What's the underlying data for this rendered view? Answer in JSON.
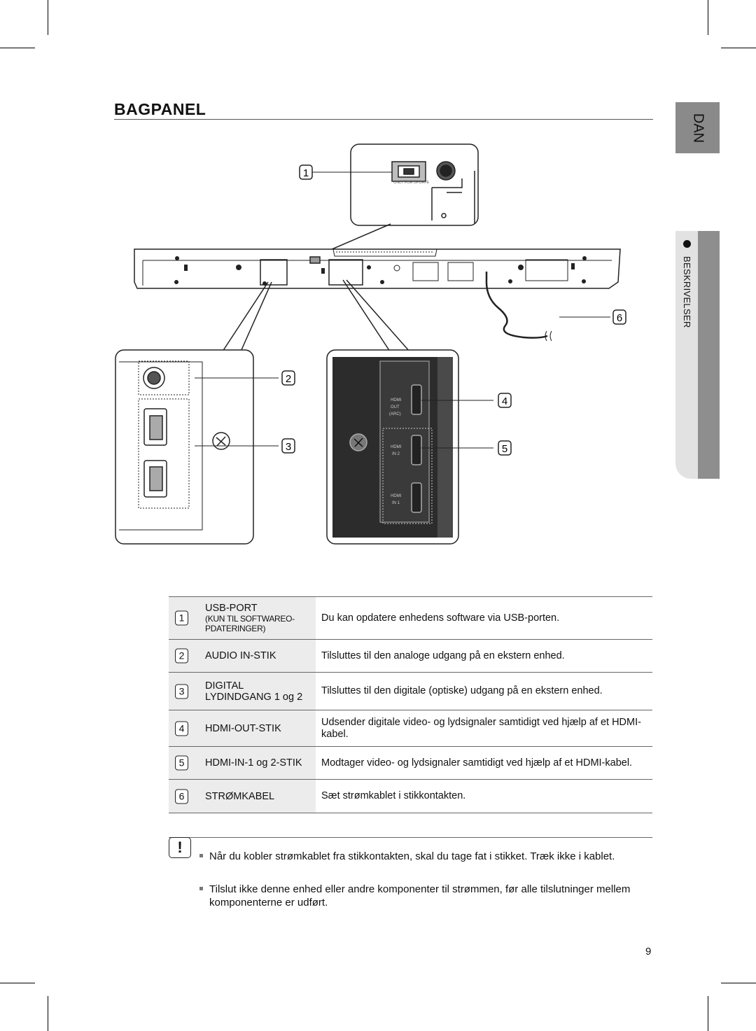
{
  "page": {
    "title": "BAGPANEL",
    "page_number": "9"
  },
  "side_tabs": {
    "language": "DAN",
    "section": "BESKRIVELSER"
  },
  "diagram": {
    "callouts": [
      "1",
      "2",
      "3",
      "4",
      "5",
      "6"
    ],
    "usb_label": "ONLY FOR UPDATE",
    "hdmi_out_label": [
      "HDMI",
      "OUT",
      "(ARC)"
    ],
    "hdmi_in2_label": [
      "HDMI",
      "IN 2"
    ],
    "hdmi_in1_label": [
      "HDMI",
      "IN 1"
    ]
  },
  "table": {
    "rows": [
      {
        "num": "1",
        "name": [
          "USB-PORT",
          "(KUN TIL SOFTWAREO-",
          "PDATERINGER)"
        ],
        "desc": "Du kan opdatere enhedens software via USB-porten."
      },
      {
        "num": "2",
        "name": [
          "AUDIO IN-STIK"
        ],
        "desc": "Tilsluttes til den analoge udgang på en ekstern enhed."
      },
      {
        "num": "3",
        "name": [
          "DIGITAL",
          "LYDINDGANG 1 og 2"
        ],
        "desc": "Tilsluttes til den digitale (optiske) udgang på en ekstern enhed."
      },
      {
        "num": "4",
        "name": [
          "HDMI-OUT-STIK"
        ],
        "desc": "Udsender digitale video- og lydsignaler samtidigt ved hjælp af et HDMI-kabel."
      },
      {
        "num": "5",
        "name": [
          "HDMI-IN-1 og 2-STIK"
        ],
        "desc": "Modtager video- og lydsignaler samtidigt ved hjælp af et HDMI-kabel."
      },
      {
        "num": "6",
        "name": [
          "STRØMKABEL"
        ],
        "desc": "Sæt strømkablet i stikkontakten."
      }
    ]
  },
  "notes": {
    "icon": "!",
    "items": [
      "Når du kobler strømkablet fra stikkontakten, skal du tage fat i stikket. Træk ikke i kablet.",
      "Tilslut ikke denne enhed eller andre komponenter til strømmen, før alle tilslutninger mellem komponenterne er udført."
    ]
  }
}
